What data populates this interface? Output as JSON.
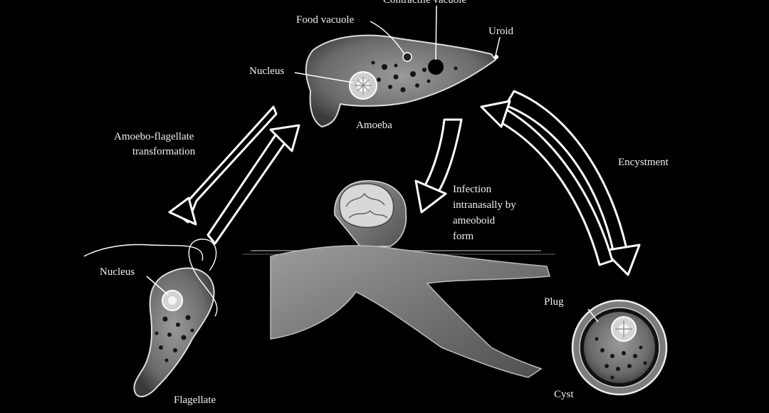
{
  "labels": {
    "contractile_vacuole": "Contractile vacuole",
    "food_vacuole": "Food vacuole",
    "uroid": "Uroid",
    "nucleus_amoeba": "Nucleus",
    "amoeba": "Amoeba",
    "transformation_line1": "Amoebo-flagellate",
    "transformation_line2": "transformation",
    "encystment": "Encystment",
    "infection_line1": "Infection",
    "infection_line2": "intranasally by",
    "infection_line3": "ameoboid",
    "infection_line4": "form",
    "nucleus_flagellate": "Nucleus",
    "flagellate": "Flagellate",
    "plug": "Plug",
    "cyst": "Cyst"
  },
  "colors": {
    "background": "#000000",
    "line": "#ffffff",
    "cell_fill": "#6c6c6c",
    "skin": "#7a7a7a"
  }
}
